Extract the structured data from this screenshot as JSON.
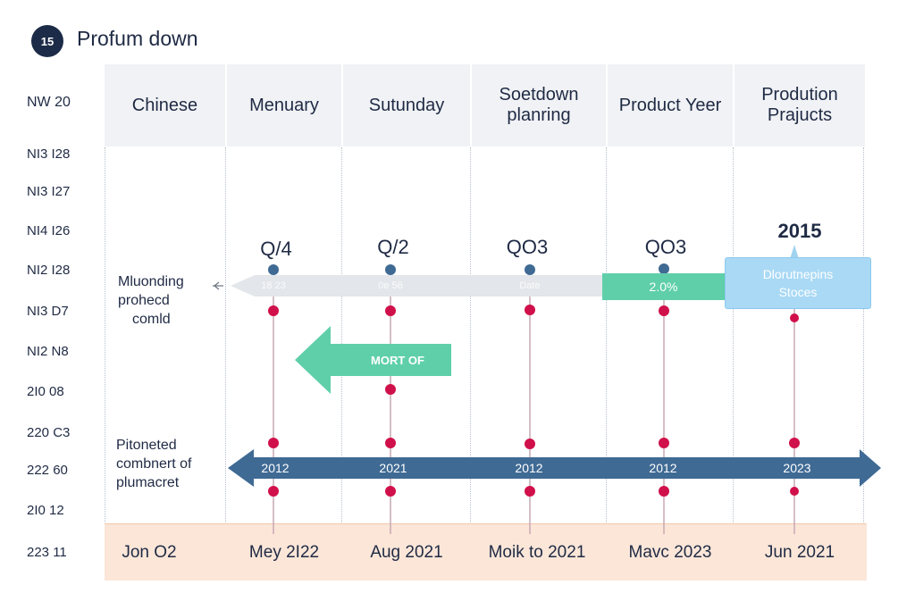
{
  "header": {
    "badge": "15",
    "title": "Profum down"
  },
  "columns": [
    {
      "label": "Chinese"
    },
    {
      "label": "Menuary"
    },
    {
      "label": "Sutunday"
    },
    {
      "label": "Soetdown planring"
    },
    {
      "label": "Product Yeer"
    },
    {
      "label": "Prodution Prajucts"
    }
  ],
  "row_labels": [
    "NW 20",
    "NI3 I28",
    "NI3 I27",
    "NI4 I26",
    "NI2 I28",
    "NI3 D7",
    "NI2 N8",
    "2I0 08",
    "220 C3",
    "222 60",
    "2I0 12",
    "223 11"
  ],
  "footer": [
    "Jon O2",
    "Mey 2I22",
    "Aug 2021",
    "Moik to 2021",
    "Mavc 2023",
    "Jun 2021"
  ],
  "quarters": [
    "Q/4",
    "Q/2",
    "QO3",
    "QO3",
    "2015"
  ],
  "upper_arrow": {
    "label_1": "18 23",
    "label_2": "0e 56",
    "label_3": "Date"
  },
  "teal_box": "2.0%",
  "callout": {
    "line1": "Dlorutnepins",
    "line2": "Stoces"
  },
  "teal_arrow": "MORT OF",
  "side_labels": {
    "upper": [
      "Mluonding",
      "prohecd",
      "comld"
    ],
    "lower": [
      "Pitoneted",
      "combnert of",
      "plumacret"
    ]
  },
  "lower_arrow_years": [
    "2012",
    "2021",
    "2012",
    "2012",
    "2023"
  ],
  "colors": {
    "navy": "#1c2b47",
    "blue_arrow": "#3f6a94",
    "teal": "#5fcfaa",
    "red_dot": "#d0104a",
    "light_blue": "#a9d9f5",
    "footer": "#fbe6d8"
  }
}
